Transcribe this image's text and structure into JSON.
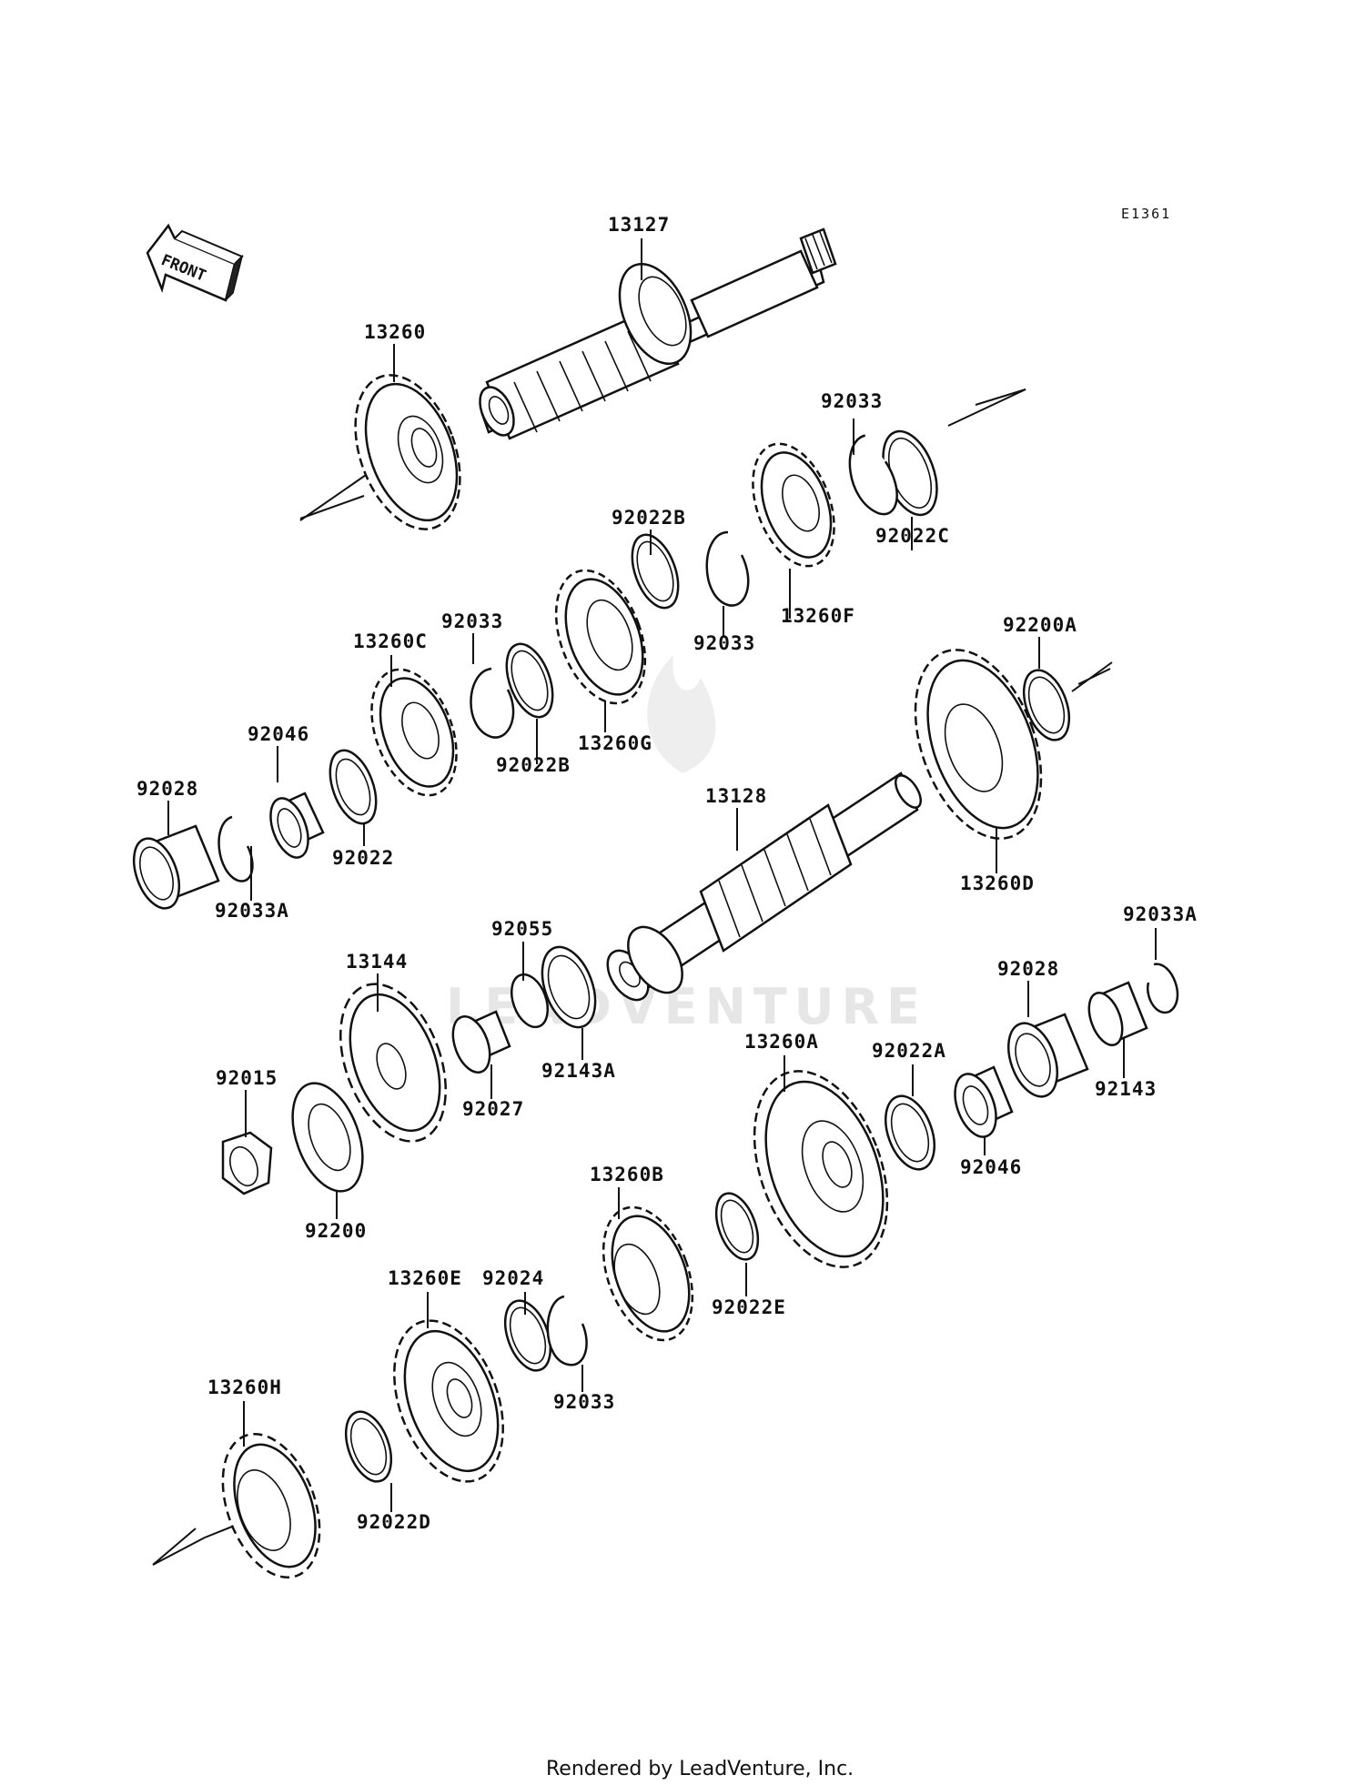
{
  "diagram_code": "E1361",
  "front_label": "FRONT",
  "footer": "Rendered by LeadVenture, Inc.",
  "watermark": "LEADVENTURE",
  "parts": [
    {
      "id": "p13127",
      "label": "13127"
    },
    {
      "id": "p13260",
      "label": "13260"
    },
    {
      "id": "p92033_a",
      "label": "92033"
    },
    {
      "id": "p92022C",
      "label": "92022C"
    },
    {
      "id": "p92022B_a",
      "label": "92022B"
    },
    {
      "id": "p92033_b",
      "label": "92033"
    },
    {
      "id": "p13260F",
      "label": "13260F"
    },
    {
      "id": "p13260C",
      "label": "13260C"
    },
    {
      "id": "p92033_c",
      "label": "92033"
    },
    {
      "id": "p92022B_b",
      "label": "92022B"
    },
    {
      "id": "p13260G",
      "label": "13260G"
    },
    {
      "id": "p92200A",
      "label": "92200A"
    },
    {
      "id": "p92046_a",
      "label": "92046"
    },
    {
      "id": "p92028_a",
      "label": "92028"
    },
    {
      "id": "p92022",
      "label": "92022"
    },
    {
      "id": "p92033A_a",
      "label": "92033A"
    },
    {
      "id": "p13128",
      "label": "13128"
    },
    {
      "id": "p13260D",
      "label": "13260D"
    },
    {
      "id": "p92055",
      "label": "92055"
    },
    {
      "id": "p13144",
      "label": "13144"
    },
    {
      "id": "p92143A",
      "label": "92143A"
    },
    {
      "id": "p92027",
      "label": "92027"
    },
    {
      "id": "p92033A_b",
      "label": "92033A"
    },
    {
      "id": "p92028_b",
      "label": "92028"
    },
    {
      "id": "p92143",
      "label": "92143"
    },
    {
      "id": "p92015",
      "label": "92015"
    },
    {
      "id": "p92200",
      "label": "92200"
    },
    {
      "id": "p13260A",
      "label": "13260A"
    },
    {
      "id": "p92022A",
      "label": "92022A"
    },
    {
      "id": "p92046_b",
      "label": "92046"
    },
    {
      "id": "p13260B",
      "label": "13260B"
    },
    {
      "id": "p13260E",
      "label": "13260E"
    },
    {
      "id": "p92024",
      "label": "92024"
    },
    {
      "id": "p92022E",
      "label": "92022E"
    },
    {
      "id": "p92033_d",
      "label": "92033"
    },
    {
      "id": "p13260H",
      "label": "13260H"
    },
    {
      "id": "p92022D",
      "label": "92022D"
    }
  ]
}
